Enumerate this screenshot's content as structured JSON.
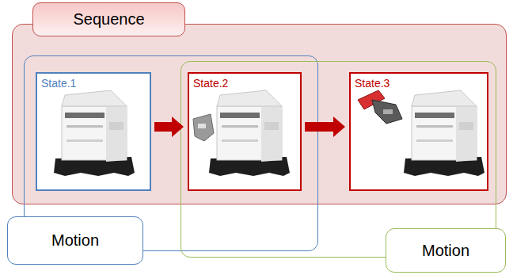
{
  "diagram": {
    "nodes": [
      {
        "text": [
          "Sequence"
        ]
      },
      {
        "text": [
          "State.1"
        ],
        "in": 0
      },
      {
        "text": [
          "State.2"
        ],
        "in": 0
      },
      {
        "text": [
          "State.3"
        ],
        "in": 0
      },
      {
        "text": [
          "Motion"
        ]
      },
      {
        "text": [
          "Motion"
        ]
      }
    ],
    "edges": [
      {
        "from": 1,
        "to": 2,
        "arrow": "to"
      },
      {
        "from": 2,
        "to": 3,
        "arrow": "to"
      }
    ]
  }
}
